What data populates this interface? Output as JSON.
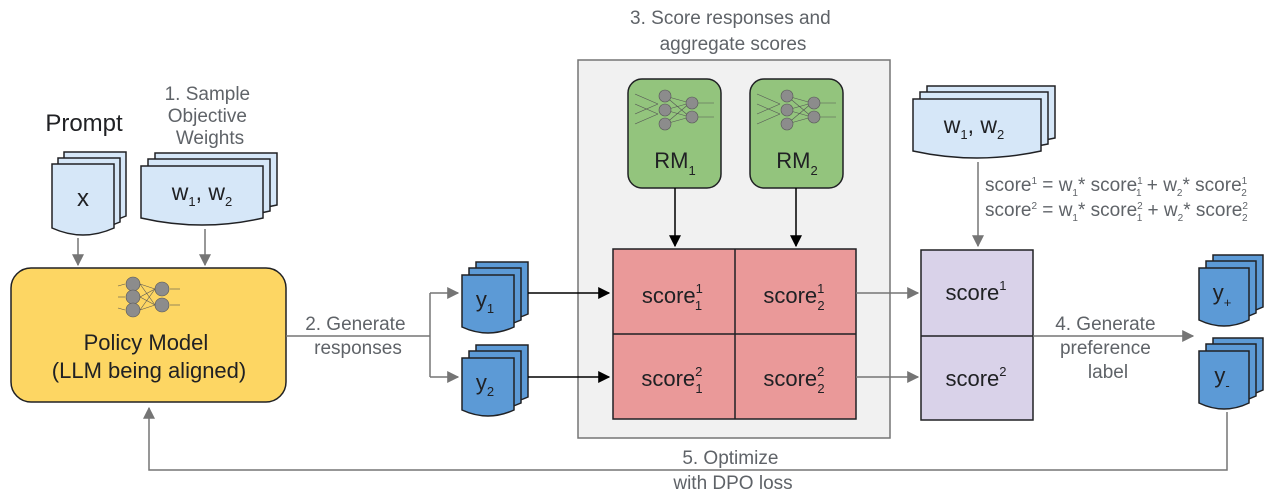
{
  "prompt": {
    "title": "Prompt",
    "doc_label": "x"
  },
  "step1": {
    "lines": [
      "1. Sample",
      "Objective",
      "Weights"
    ]
  },
  "weights": {
    "w1": "w",
    "w1_sub": "1",
    "w2": "w",
    "w2_sub": "2",
    "sep": ", "
  },
  "policy": {
    "line1": "Policy Model",
    "line2": "(LLM being aligned)"
  },
  "step2": {
    "lines": [
      "2. Generate",
      "responses"
    ]
  },
  "responses": [
    {
      "base": "y",
      "sub": "1"
    },
    {
      "base": "y",
      "sub": "2"
    }
  ],
  "step3": {
    "lines": [
      "3. Score responses and",
      "aggregate scores"
    ]
  },
  "reward_models": [
    {
      "base": "RM",
      "sub": "1"
    },
    {
      "base": "RM",
      "sub": "2"
    }
  ],
  "score_grid": [
    [
      {
        "base": "score",
        "sup": "1",
        "sub": "1"
      },
      {
        "base": "score",
        "sup": "1",
        "sub": "2"
      }
    ],
    [
      {
        "base": "score",
        "sup": "2",
        "sub": "1"
      },
      {
        "base": "score",
        "sup": "2",
        "sub": "2"
      }
    ]
  ],
  "aggregated": [
    {
      "base": "score",
      "sup": "1"
    },
    {
      "base": "score",
      "sup": "2"
    }
  ],
  "formulas": [
    {
      "lhs_sup": "1",
      "terms": [
        {
          "w_sub": "1",
          "s_sup": "1",
          "s_sub": "1"
        },
        {
          "w_sub": "2",
          "s_sup": "1",
          "s_sub": "2"
        }
      ]
    },
    {
      "lhs_sup": "2",
      "terms": [
        {
          "w_sub": "1",
          "s_sup": "2",
          "s_sub": "1"
        },
        {
          "w_sub": "2",
          "s_sup": "2",
          "s_sub": "2"
        }
      ]
    }
  ],
  "formula_parts": {
    "score": "score",
    "eq": " = ",
    "w": "w",
    "times": "* ",
    "plus": " + "
  },
  "step4": {
    "lines": [
      "4. Generate",
      "preference",
      "label"
    ]
  },
  "preference": [
    {
      "base": "y",
      "sub": "+"
    },
    {
      "base": "y",
      "sub": "-"
    }
  ],
  "step5": {
    "lines": [
      "5. Optimize",
      "with DPO loss"
    ]
  },
  "colors": {
    "doc_fill": "#d6e7f8",
    "response_fill": "#5c9ad6",
    "policy_fill": "#fdd663",
    "rm_fill": "#93c47d",
    "score_fill": "#ea9999",
    "agg_fill": "#d9d2e9",
    "panel_fill": "#f1f1f1",
    "stroke": "#202124",
    "arrow": "#757575"
  }
}
